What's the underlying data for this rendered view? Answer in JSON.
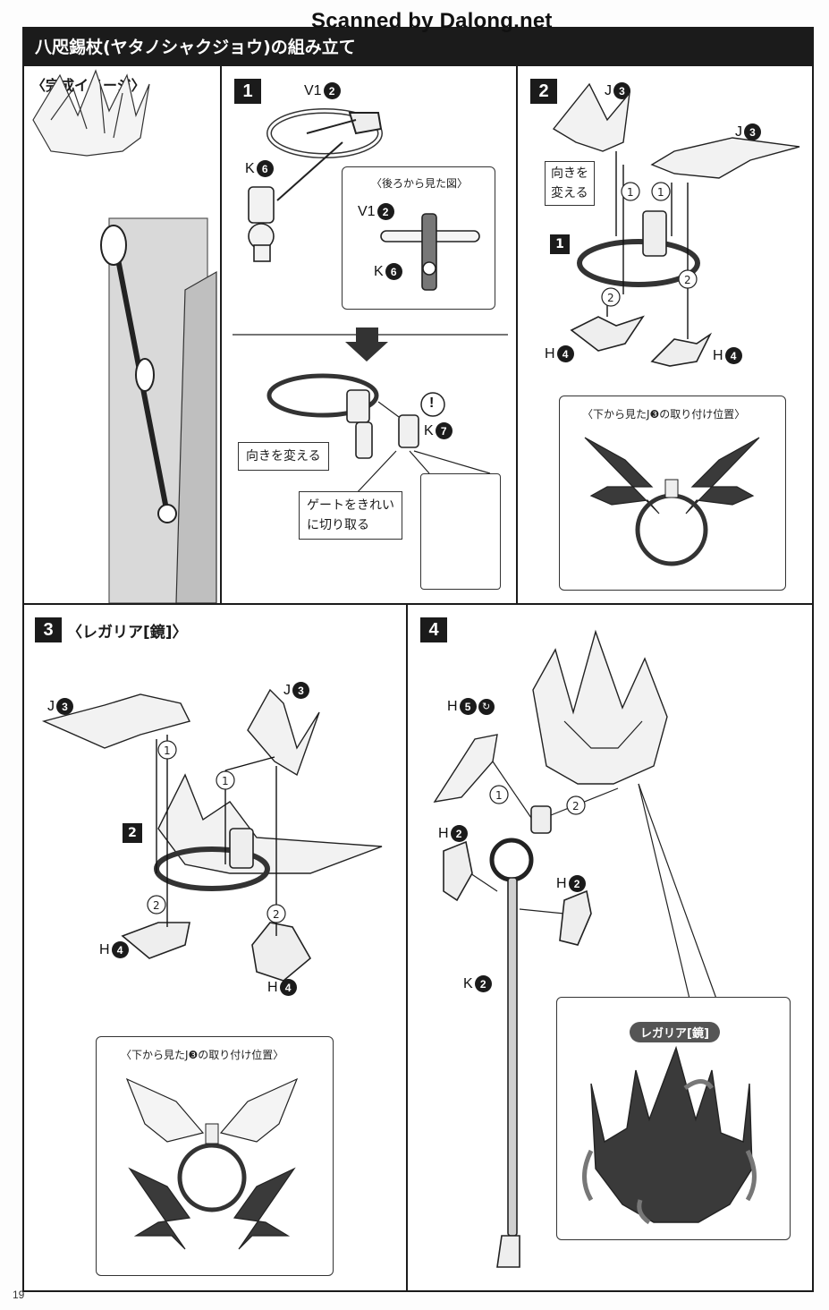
{
  "scan_credit": "Scanned by Dalong.net",
  "page_title": "八咫錫杖(ヤタノシャクジョウ)の組み立て",
  "finished_image": {
    "heading": "〈完成イメージ〉"
  },
  "step1": {
    "number": "1",
    "label_v1": "V1",
    "label_v1_num": "2",
    "label_k": "K",
    "label_k_num": "6",
    "back_view_title": "〈後ろから見た図〉",
    "back_v1": "V1",
    "back_v1_num": "2",
    "back_k": "K",
    "back_k_num": "6",
    "turn_note": "向きを変える",
    "k7_label": "K",
    "k7_num": "7",
    "gate_note_line1": "ゲートをきれい",
    "gate_note_line2": "に切り取る",
    "warning_mark": "!"
  },
  "step2": {
    "number": "2",
    "j3_left": "J",
    "j3_left_num": "3",
    "j3_right": "J",
    "j3_right_num": "3",
    "turn_note_line1": "向きを",
    "turn_note_line2": "変える",
    "sub_step": "1",
    "h4_left": "H",
    "h4_left_num": "4",
    "h4_right": "H",
    "h4_right_num": "4",
    "order_1": "1",
    "order_2": "2",
    "bottom_view_title": "〈下から見たJ❸の取り付け位置〉"
  },
  "step3": {
    "number": "3",
    "heading": "〈レガリア[鏡]〉",
    "j3_left": "J",
    "j3_left_num": "3",
    "j3_right": "J",
    "j3_right_num": "3",
    "sub_step": "2",
    "h4_left": "H",
    "h4_left_num": "4",
    "h4_right": "H",
    "h4_right_num": "4",
    "order_1": "1",
    "order_2": "2",
    "bottom_view_title": "〈下から見たJ❸の取り付け位置〉"
  },
  "step4": {
    "number": "4",
    "h5": "H",
    "h5_num": "5",
    "h2_left": "H",
    "h2_left_num": "2",
    "h2_right": "H",
    "h2_right_num": "2",
    "k2": "K",
    "k2_num": "2",
    "order_1": "1",
    "order_2": "2",
    "regalia_label": "レガリア[鏡]"
  },
  "page_number": "19"
}
